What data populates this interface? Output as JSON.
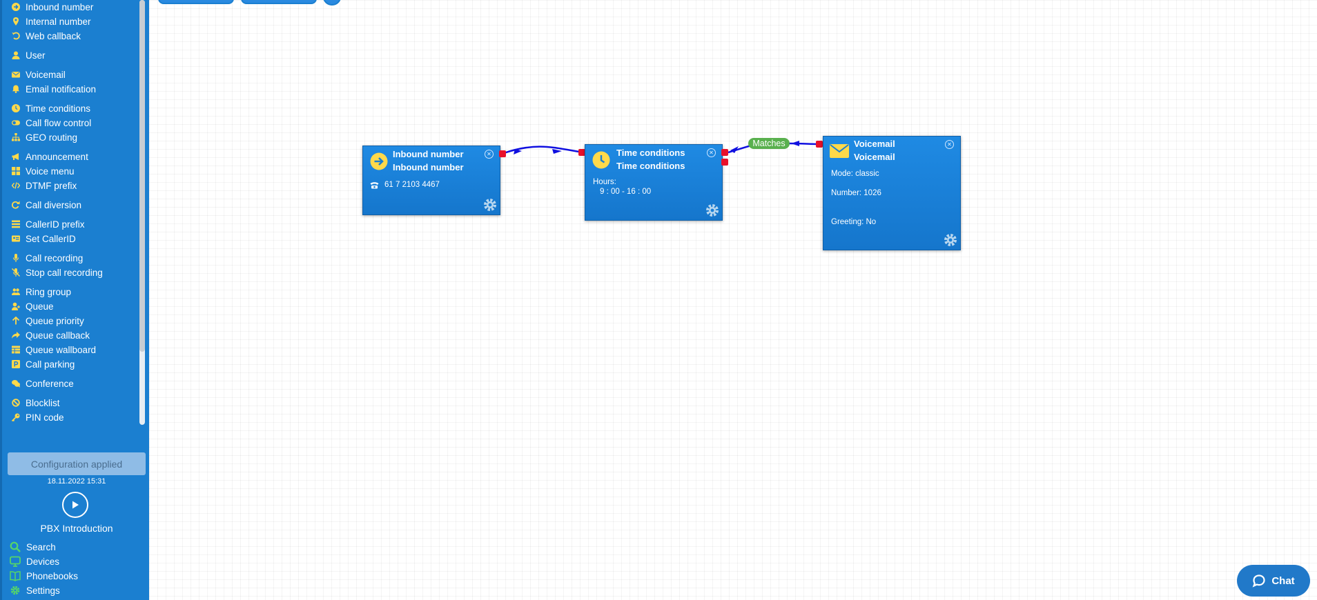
{
  "sidebar": {
    "items": [
      {
        "label": "Inbound number",
        "icon": "arrow-circle-icon"
      },
      {
        "label": "Internal number",
        "icon": "pin-icon"
      },
      {
        "label": "Web callback",
        "icon": "callback-icon"
      },
      {
        "label": "User",
        "icon": "user-icon"
      },
      {
        "label": "Voicemail",
        "icon": "envelope-icon"
      },
      {
        "label": "Email notification",
        "icon": "bell-icon"
      },
      {
        "label": "Time conditions",
        "icon": "clock-icon"
      },
      {
        "label": "Call flow control",
        "icon": "toggle-icon"
      },
      {
        "label": "GEO routing",
        "icon": "sitemap-icon"
      },
      {
        "label": "Announcement",
        "icon": "megaphone-icon"
      },
      {
        "label": "Voice menu",
        "icon": "grid-icon"
      },
      {
        "label": "DTMF prefix",
        "icon": "code-icon"
      },
      {
        "label": "Call diversion",
        "icon": "redo-icon"
      },
      {
        "label": "CallerID prefix",
        "icon": "list-icon"
      },
      {
        "label": "Set CallerID",
        "icon": "id-card-icon"
      },
      {
        "label": "Call recording",
        "icon": "microphone-icon"
      },
      {
        "label": "Stop call recording",
        "icon": "microphone-slash-icon"
      },
      {
        "label": "Ring group",
        "icon": "users-icon"
      },
      {
        "label": "Queue",
        "icon": "user-plus-icon"
      },
      {
        "label": "Queue priority",
        "icon": "arrow-up-icon"
      },
      {
        "label": "Queue callback",
        "icon": "share-icon"
      },
      {
        "label": "Queue wallboard",
        "icon": "table-icon"
      },
      {
        "label": "Call parking",
        "icon": "parking-icon"
      },
      {
        "label": "Conference",
        "icon": "comments-icon"
      },
      {
        "label": "Blocklist",
        "icon": "ban-icon"
      },
      {
        "label": "PIN code",
        "icon": "key-icon"
      }
    ],
    "config_status": "Configuration applied",
    "config_time": "18.11.2022 15:31",
    "intro_label": "PBX Introduction",
    "bottom_nav": [
      {
        "label": "Search",
        "icon": "search-icon"
      },
      {
        "label": "Devices",
        "icon": "monitor-icon"
      },
      {
        "label": "Phonebooks",
        "icon": "book-icon"
      },
      {
        "label": "Settings",
        "icon": "gear-icon"
      }
    ]
  },
  "nodes": {
    "inbound": {
      "title1": "Inbound number",
      "title2": "Inbound number",
      "phone": "61 7 2103 4467"
    },
    "time": {
      "title1": "Time conditions",
      "title2": "Time conditions",
      "hours_label": "Hours:",
      "hours_value": "9 : 00 - 16 : 00"
    },
    "voicemail": {
      "title1": "Voicemail",
      "title2": "Voicemail",
      "mode": "Mode: classic",
      "number": "Number: 1026",
      "greeting": "Greeting: No"
    }
  },
  "connection_label": "Matches",
  "chat_label": "Chat",
  "colors": {
    "sidebar_bg": "#1b7fd0",
    "icon_accent": "#ffd94a",
    "node_bg": "#1f8ae3",
    "port": "#e8102a",
    "connector": "#1010e0",
    "matches_bg": "#59b04e",
    "bottom_icon": "#56d668"
  }
}
